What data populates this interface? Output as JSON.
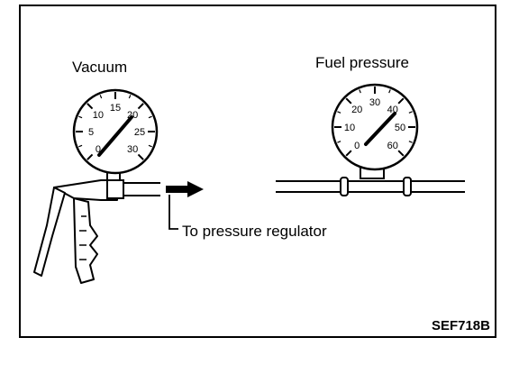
{
  "labels": {
    "vacuum": "Vacuum",
    "fuel_pressure": "Fuel pressure",
    "to_regulator": "To pressure regulator",
    "figure_code": "SEF718B"
  },
  "vacuum_gauge": {
    "scale": [
      "0",
      "5",
      "10",
      "15",
      "20",
      "25",
      "30"
    ]
  },
  "fuel_gauge": {
    "scale": [
      "0",
      "10",
      "20",
      "30",
      "40",
      "50",
      "60"
    ]
  }
}
